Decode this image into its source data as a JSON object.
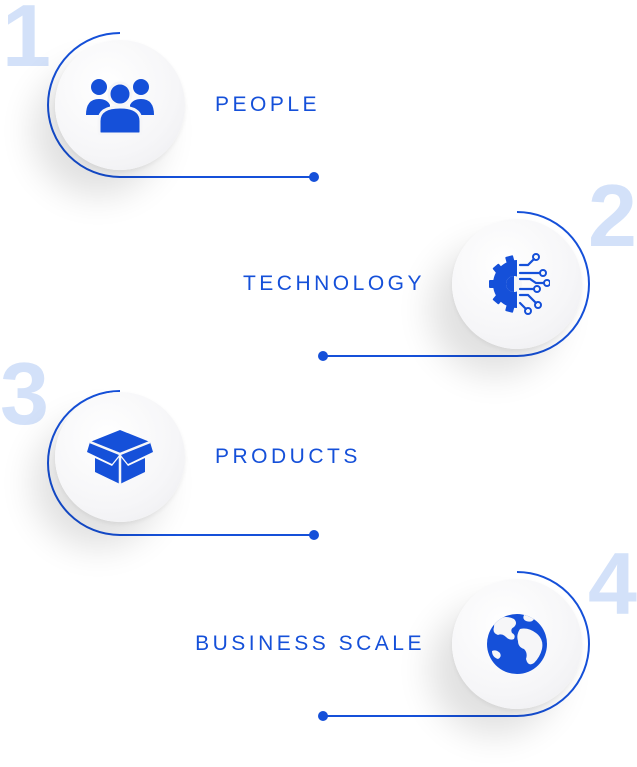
{
  "steps": [
    {
      "number": "1",
      "label": "PEOPLE",
      "icon": "people-icon"
    },
    {
      "number": "2",
      "label": "TECHNOLOGY",
      "icon": "circuit-gear-icon"
    },
    {
      "number": "3",
      "label": "PRODUCTS",
      "icon": "box-icon"
    },
    {
      "number": "4",
      "label": "BUSINESS SCALE",
      "icon": "globe-icon"
    }
  ],
  "colors": {
    "accent": "#1550d9",
    "number": "#d3e1f9",
    "circle": "#f6f6f8"
  }
}
